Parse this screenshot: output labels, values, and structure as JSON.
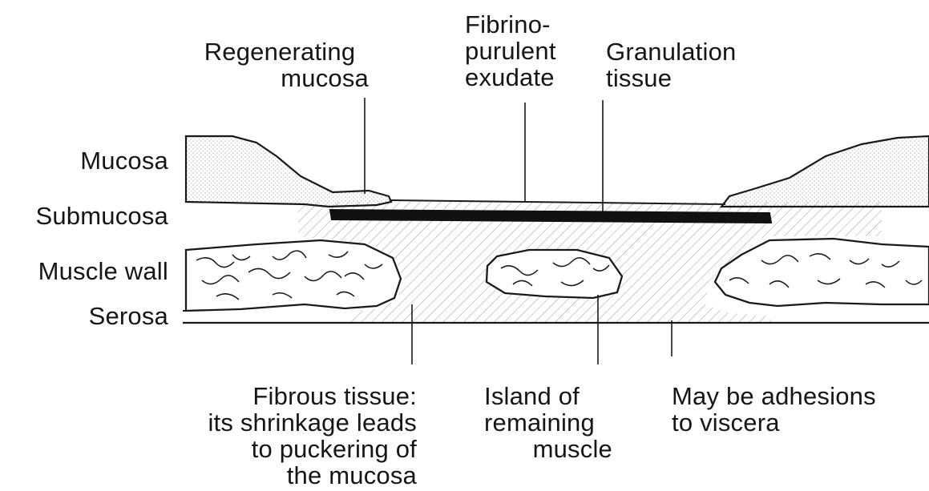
{
  "labels": {
    "regenerating_mucosa": [
      "Regenerating",
      "mucosa"
    ],
    "fibrinopurulent_exudate": [
      "Fibrino-",
      "purulent",
      "exudate"
    ],
    "granulation_tissue": [
      "Granulation",
      "tissue"
    ],
    "mucosa": "Mucosa",
    "submucosa": "Submucosa",
    "muscle_wall": "Muscle wall",
    "serosa": "Serosa",
    "fibrous_tissue": [
      "Fibrous tissue:",
      "its shrinkage leads",
      "to puckering of",
      "the mucosa"
    ],
    "island_of_muscle": [
      "Island of",
      "remaining",
      "muscle"
    ],
    "adhesions": [
      "May be adhesions",
      "to viscera"
    ]
  },
  "colors": {
    "ink": "#1a1a1a",
    "paper": "#ffffff",
    "stipple": "#c9c9c9",
    "hatch": "#9a9a9a"
  }
}
